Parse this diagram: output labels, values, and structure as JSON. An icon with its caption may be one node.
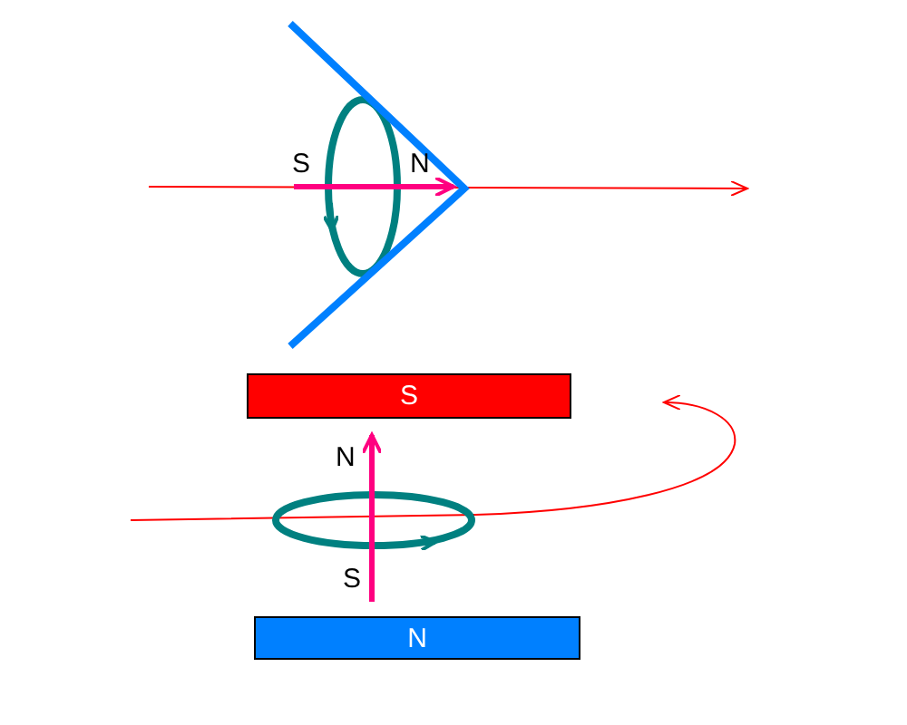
{
  "diagram": {
    "nodes": [
      {
        "text": [
          "S"
        ]
      },
      {
        "text": [
          "N"
        ]
      }
    ],
    "labels": [
      "S",
      "N",
      "N",
      "S"
    ]
  }
}
